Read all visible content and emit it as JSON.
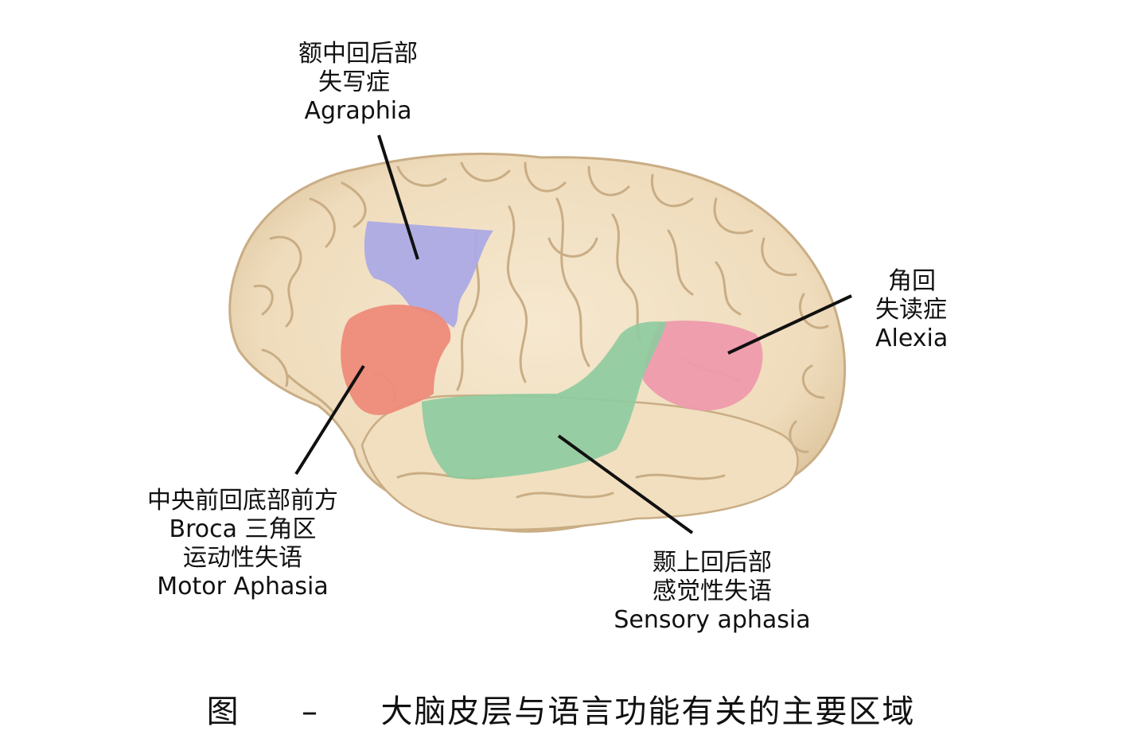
{
  "labels": {
    "agraphia": {
      "lines": [
        "额中回后部",
        "失写症",
        "Agraphia"
      ],
      "color": "#aaa8e6"
    },
    "broca": {
      "lines": [
        "中央前回底部前方",
        "Broca 三角区",
        "运动性失语",
        "Motor Aphasia"
      ],
      "color": "#ee8a7a"
    },
    "alexia": {
      "lines": [
        "角回",
        "失读症",
        "Alexia"
      ],
      "color": "#ee9aac"
    },
    "sensory": {
      "lines": [
        "颞上回后部",
        "感觉性失语",
        "Sensory aphasia"
      ],
      "color": "#8fcba0"
    }
  },
  "caption": {
    "prefix": "图",
    "dash": "–",
    "text": "大脑皮层与语言功能有关的主要区域"
  },
  "colors": {
    "cortex": "#f1dfc0",
    "sulcus": "#c9ad85",
    "line": "#111111"
  }
}
